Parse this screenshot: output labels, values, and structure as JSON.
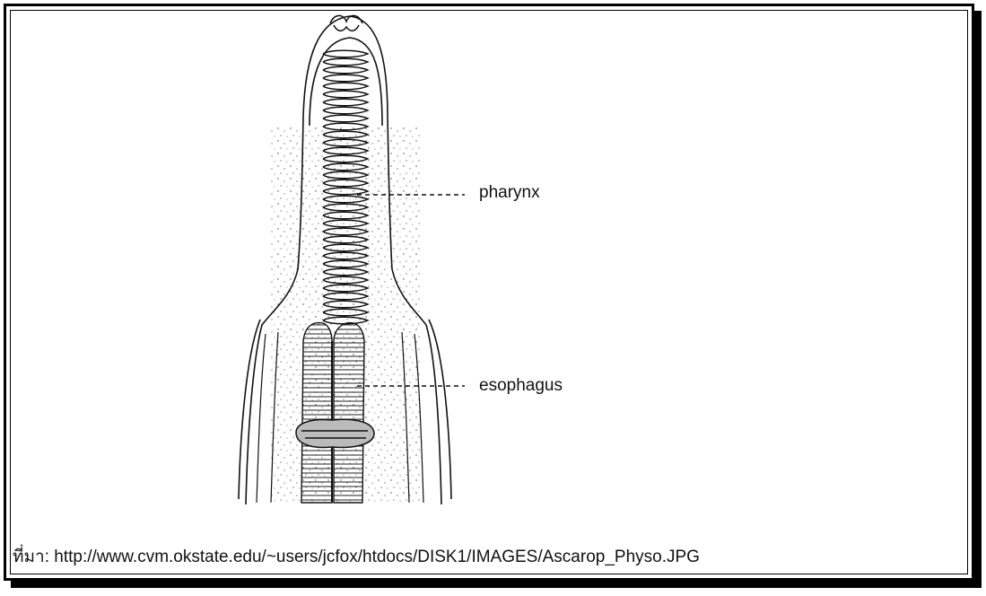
{
  "labels": {
    "pharynx": "pharynx",
    "esophagus": "esophagus"
  },
  "source": {
    "text": "ที่มา: http://www.cvm.okstate.edu/~users/jcfox/htdocs/DISK1/IMAGES/Ascarop_Physo.JPG"
  },
  "colors": {
    "ink": "#111111",
    "frame": "#000000",
    "background": "#ffffff"
  }
}
